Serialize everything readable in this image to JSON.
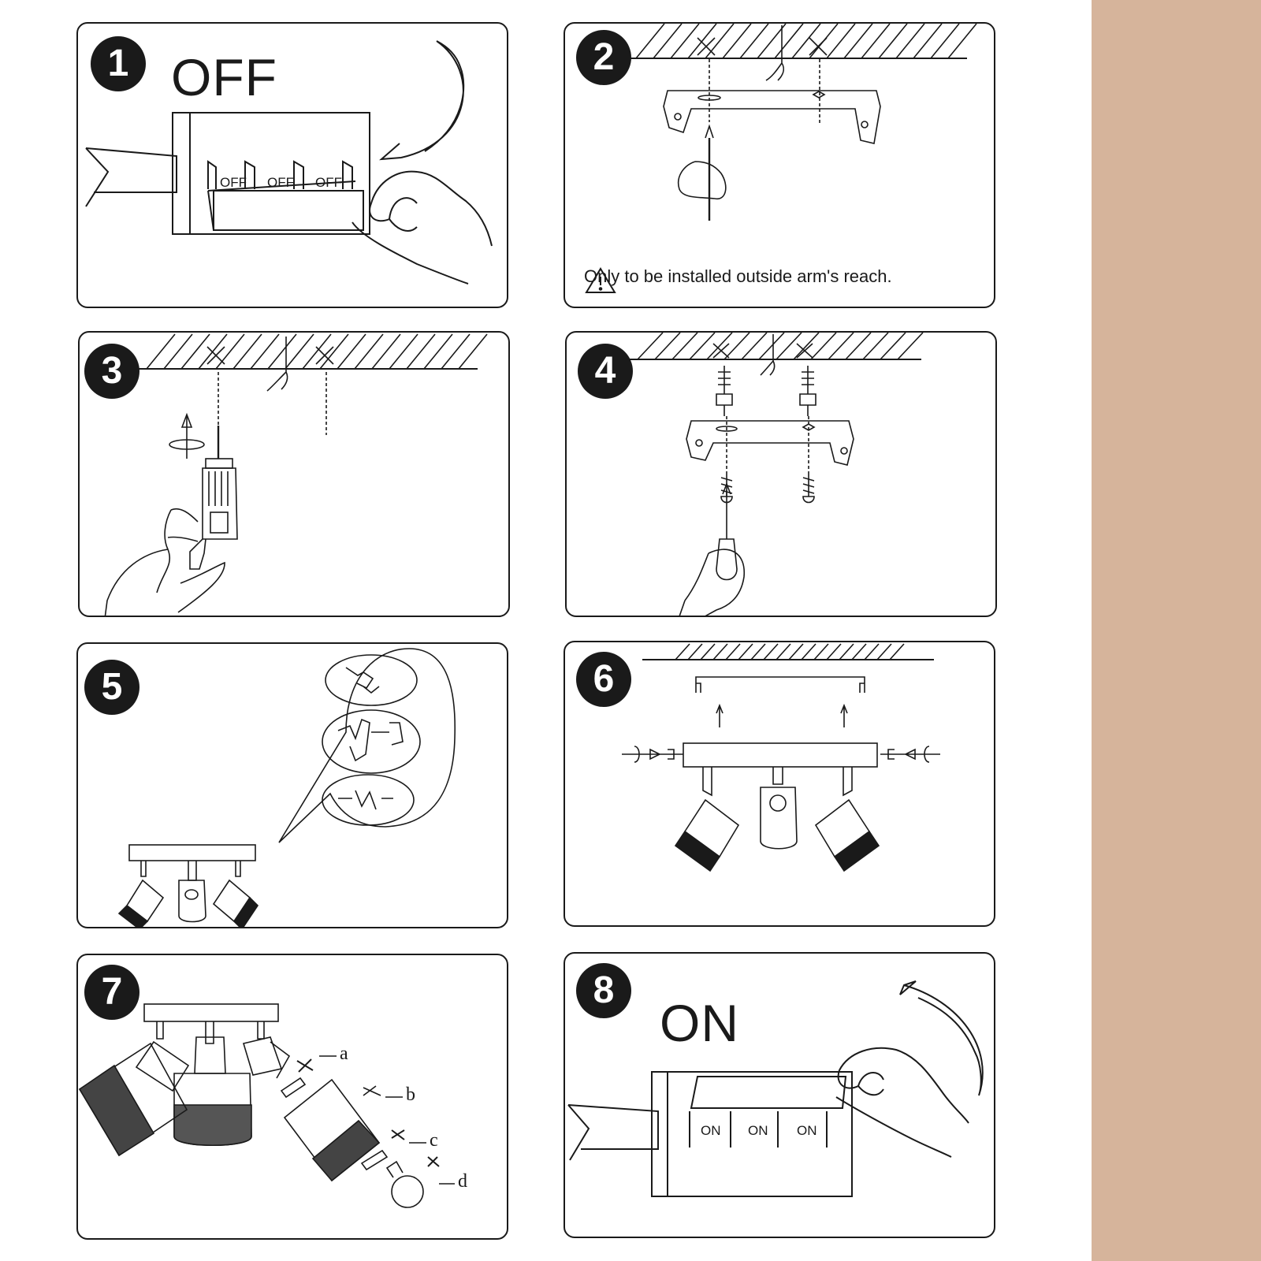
{
  "colors": {
    "ink": "#1a1a1a",
    "sidebar": "#d6b49b",
    "background": "#ffffff"
  },
  "steps": [
    {
      "number": "1",
      "label": "OFF",
      "switch_labels": [
        "OFF",
        "OFF",
        "OFF"
      ]
    },
    {
      "number": "2",
      "warning": "Only to be installed outside arm's reach.",
      "warning_icon": "warning-triangle-icon"
    },
    {
      "number": "3"
    },
    {
      "number": "4"
    },
    {
      "number": "5"
    },
    {
      "number": "6"
    },
    {
      "number": "7",
      "parts": [
        "a",
        "b",
        "c",
        "d"
      ]
    },
    {
      "number": "8",
      "label": "ON",
      "switch_labels": [
        "ON",
        "ON",
        "ON"
      ]
    }
  ]
}
